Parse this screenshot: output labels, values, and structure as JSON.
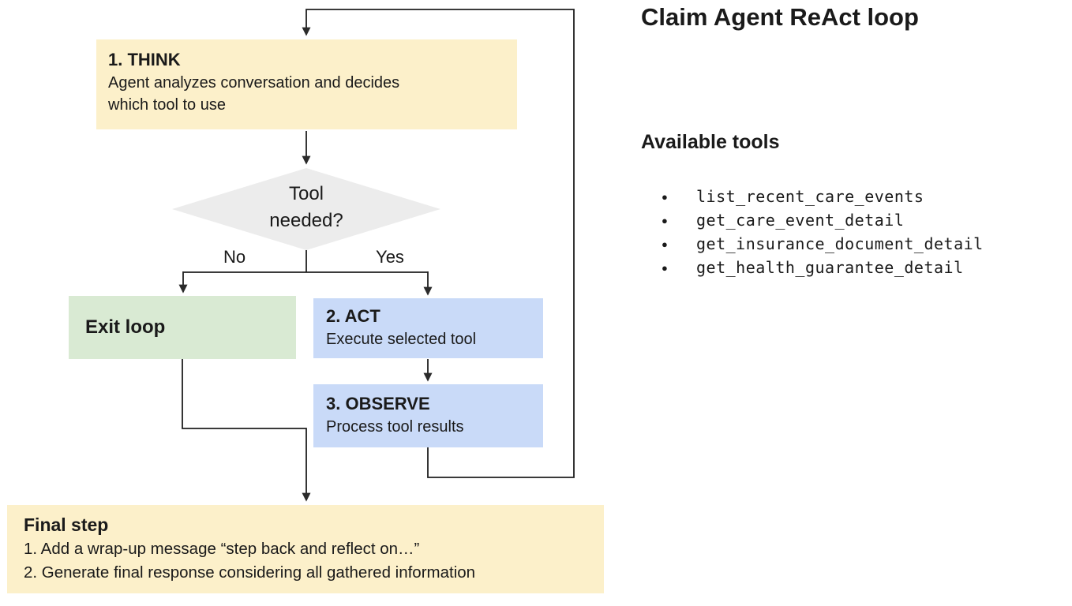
{
  "page_title": "Claim Agent ReAct loop",
  "tools_panel": {
    "heading": "Available tools",
    "bullet_glyph": "●",
    "items": [
      "list_recent_care_events",
      "get_care_event_detail",
      "get_insurance_document_detail",
      "get_health_guarantee_detail"
    ]
  },
  "flowchart": {
    "think": {
      "title": "1. THINK",
      "body_lines": [
        "Agent analyzes conversation and decides",
        "which tool to use"
      ]
    },
    "decision": {
      "lines": [
        "Tool",
        "needed?"
      ]
    },
    "labels": {
      "no": "No",
      "yes": "Yes"
    },
    "exit_box": {
      "title": "Exit loop"
    },
    "act": {
      "title": "2. ACT",
      "body": "Execute selected tool"
    },
    "observe": {
      "title": "3. OBSERVE",
      "body": "Process tool results"
    },
    "final": {
      "title": "Final step",
      "steps": [
        "1. Add a wrap-up message “step back and reflect on…”",
        "2. Generate final response considering all gathered information"
      ]
    }
  },
  "colors": {
    "box_yellow": "#FCF0CA",
    "box_blue": "#C9DAF8",
    "box_green": "#D9EAD3",
    "diamond_gray": "#ECECEC",
    "line": "#1f1f1f"
  }
}
